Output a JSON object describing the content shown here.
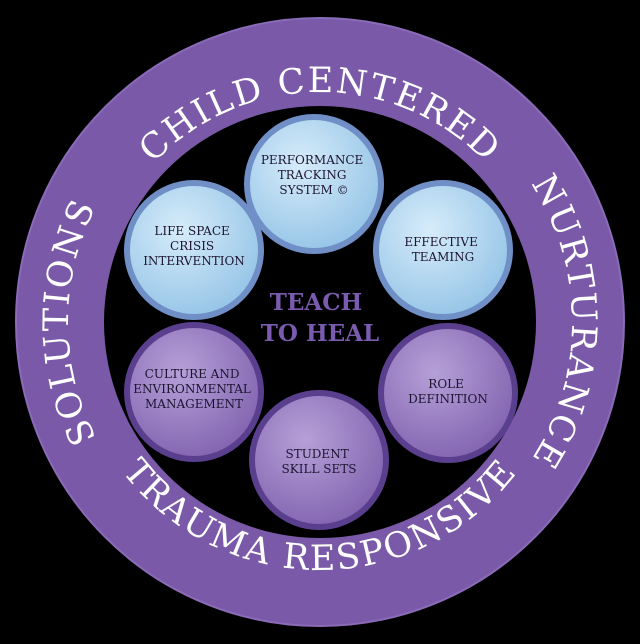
{
  "ring": {
    "labels": [
      "CHILD CENTERED",
      "NURTURANCE",
      "TRAUMA RESPONSIVE",
      "SOLUTIONS"
    ]
  },
  "center": {
    "lines": [
      "TEACH",
      "TO HEAL"
    ]
  },
  "nodes": [
    {
      "label_lines": [
        "PERFORMANCE",
        "TRACKING",
        "SYSTEM ©"
      ]
    },
    {
      "label_lines": [
        "EFFECTIVE",
        "TEAMING"
      ]
    },
    {
      "label_lines": [
        "ROLE",
        "DEFINITION"
      ]
    },
    {
      "label_lines": [
        "STUDENT",
        "SKILL SETS"
      ]
    },
    {
      "label_lines": [
        "CULTURE AND",
        "ENVIRONMENTAL",
        "MANAGEMENT"
      ]
    },
    {
      "label_lines": [
        "LIFE SPACE",
        "CRISIS",
        "INTERVENTION"
      ]
    }
  ],
  "colors": {
    "background": "#000000",
    "ring": "#7a5aa8",
    "ring_edge": "#8a6bb8",
    "ring_text": "#ffffff",
    "inner_field": "#000000",
    "node_light": "#a9d4ee",
    "node_purple": "#9278bd",
    "node_border_light": "#6f8fc6",
    "node_border_purple": "#5b3f8f",
    "center_text": "#7a5bb0"
  }
}
